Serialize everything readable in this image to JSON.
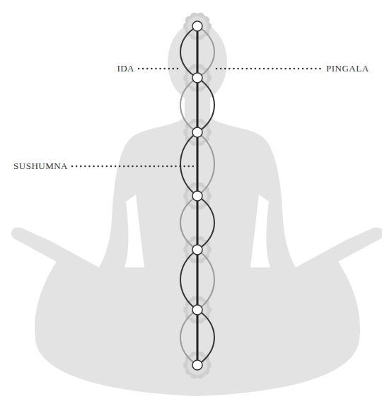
{
  "diagram": {
    "labels": [
      "IDA",
      "PINGALA",
      "SUSHUMNA"
    ]
  }
}
